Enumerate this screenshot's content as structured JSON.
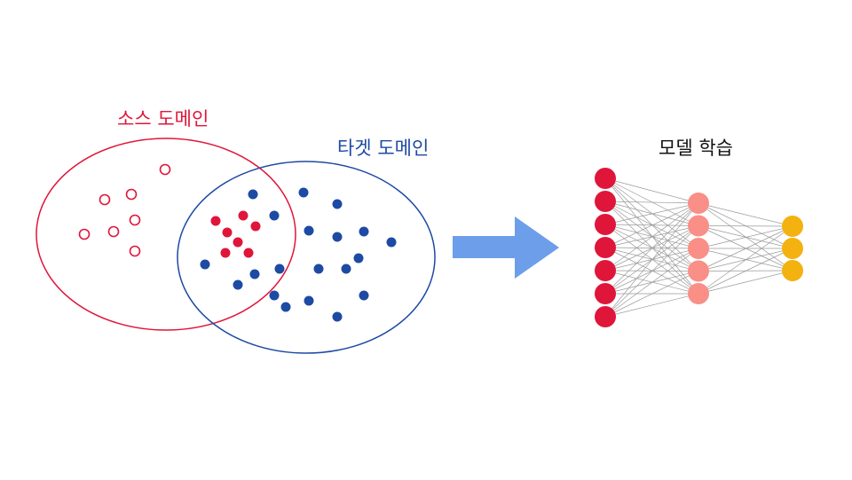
{
  "labels": {
    "source_domain": "소스 도메인",
    "target_domain": "타겟 도메인",
    "model_training": "모델 학습"
  },
  "colors": {
    "source": "#e0153a",
    "target": "#1d4aa3",
    "arrow": "#6d9ee9",
    "input_layer": "#e0153a",
    "hidden_layer": "#f98f86",
    "output_layer": "#f3b20f",
    "edge": "#9a9a9a"
  },
  "network": {
    "layers": [
      {
        "name": "input",
        "nodes": 7
      },
      {
        "name": "hidden",
        "nodes": 5
      },
      {
        "name": "output",
        "nodes": 3
      }
    ]
  }
}
